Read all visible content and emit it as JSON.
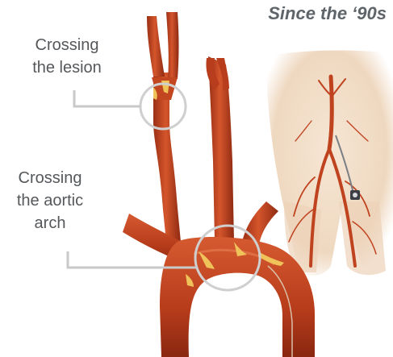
{
  "title": "Since the ‘90s",
  "labels": {
    "lesion": [
      "Crossing",
      "the lesion"
    ],
    "arch": [
      "Crossing",
      "the aortic",
      "arch"
    ]
  },
  "colors": {
    "artery": "#c0431f",
    "artery_dark": "#8e2a12",
    "artery_light": "#e0643a",
    "plaque": "#f0c25a",
    "callout_line": "#c9c9c9",
    "skin": "#f1dcc6",
    "text": "#55585b"
  }
}
